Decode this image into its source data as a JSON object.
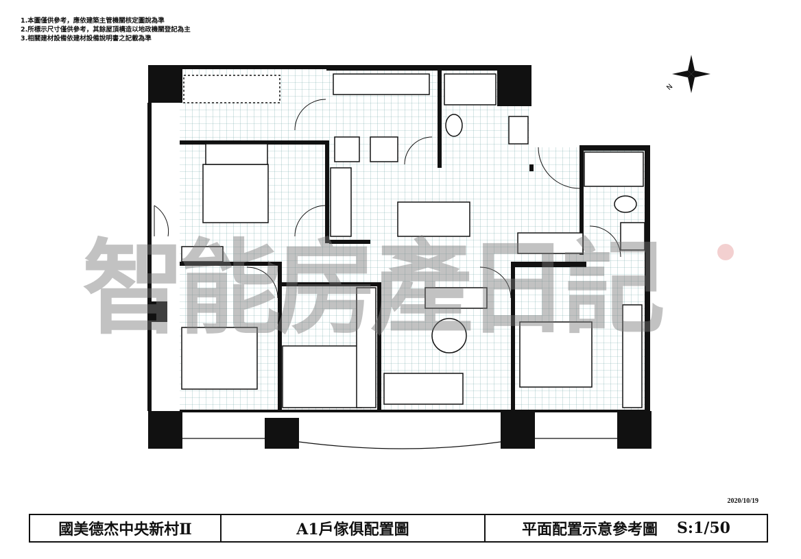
{
  "notes": [
    "1.本圖僅供參考，應依建築主管機關核定圖說為準",
    "2.所標示尺寸僅供參考，其餘屋頂構造以地政機關登記為主",
    "3.相關建材設備依建材設備說明書之記載為準"
  ],
  "compass_label": "N",
  "watermark": "智能房產日記",
  "date": "2020/10/19",
  "title_block": {
    "project": "國美德杰中央新村Ⅱ",
    "drawing": "A1戶傢俱配置圖",
    "type": "平面配置示意參考圖",
    "scale": "S:1/50"
  }
}
